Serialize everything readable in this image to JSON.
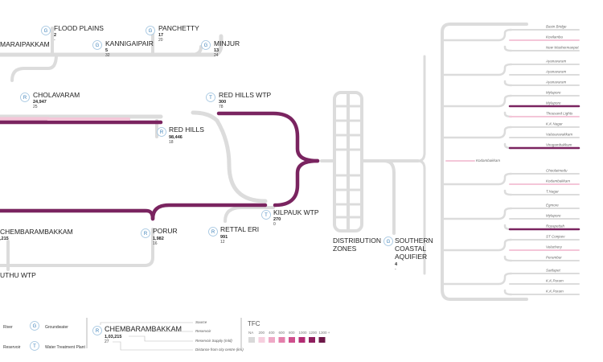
{
  "sources": {
    "flood_plains": {
      "badge": "G",
      "name": "FLOOD PLAINS",
      "v1": "2",
      "v2": "-"
    },
    "panchetty": {
      "badge": "G",
      "name": "PANCHETTY",
      "v1": "17",
      "v2": "20"
    },
    "kannigaipair": {
      "badge": "G",
      "name": "KANNIGAIPAIR",
      "v1": "5",
      "v2": "32"
    },
    "minjur": {
      "badge": "G",
      "name": "MINJUR",
      "v1": "13",
      "v2": "24"
    },
    "maraipakkam": {
      "name": "MARAIPAKKAM"
    },
    "cholavaram": {
      "badge": "R",
      "name": "CHOLAVARAM",
      "v1": "24,947",
      "v2": "25"
    },
    "red_hills_wtp": {
      "badge": "T",
      "name": "RED HILLS WTP",
      "v1": "300",
      "v2": "78"
    },
    "red_hills": {
      "badge": "R",
      "name": "RED HILLS",
      "v1": "98,446",
      "v2": "18"
    },
    "kilpauk_wtp": {
      "badge": "T",
      "name": "KILPAUK WTP",
      "v1": "270",
      "v2": "0"
    },
    "chembarambakkam": {
      "name": "CHEMBARAMBAKKAM",
      "v1": ",215"
    },
    "porur": {
      "badge": "R",
      "name": "PORUR",
      "v1": "1,982",
      "v2": "16"
    },
    "rettal_eri": {
      "badge": "R",
      "name": "RETTAL ERI",
      "v1": "991",
      "v2": "12"
    },
    "puthu_wtp": {
      "name": "UTHU WTP"
    }
  },
  "distribution": {
    "line1": "DISTRIBUTION",
    "line2": "ZONES"
  },
  "aquifer": {
    "badge": "G",
    "line1": "SOUTHERN",
    "line2": "COASTAL",
    "line3": "AQUIFIER",
    "v1": "4",
    "v2": "-"
  },
  "mid_zone": "Kodambakkam",
  "zones": [
    "Basin Bridge",
    "Kovilambu",
    "New Washermanpet",
    "Ayanavaram",
    "Ayanavaram",
    "Ayanavaram",
    "Mylapore",
    "Mylapore",
    "Thousand Lights",
    "K.K Nagar",
    "Valasaravakkam",
    "Virugambakkam",
    "Choolaimedu",
    "Kodambakkam",
    "T.Nagar",
    "Egmore",
    "Mylapore",
    "Royapettah",
    "ST Conjeev",
    "Velachery",
    "Perambur",
    "Saidapet",
    "K.K.Puram",
    "K.K.Puram"
  ],
  "legend": {
    "types": [
      {
        "badge": "",
        "label": "River"
      },
      {
        "badge": "G",
        "label": "Groundwater"
      },
      {
        "badge": "",
        "label": "Reservoir"
      },
      {
        "badge": "T",
        "label": "Water Treatment Plant"
      }
    ],
    "example": {
      "badge": "R",
      "name": "CHEMBARAMBAKKAM",
      "v1": "1,03,215",
      "v2": "27"
    },
    "annotations": [
      "Source",
      "Reservoir",
      "Reservoir Supply (mld)",
      "Distance from city centre (km)"
    ],
    "tfc_title": "TFC",
    "tfc_ticks": [
      "NA",
      "200",
      "400",
      "600",
      "800",
      "1000",
      "1200",
      "1300 +"
    ],
    "tfc_colors": [
      "#d9d9d9",
      "#f6cfde",
      "#efa9c6",
      "#e47fab",
      "#cf4f8d",
      "#b22b73",
      "#8e1f5e",
      "#6d1848"
    ]
  },
  "colors": {
    "pipe_major": "#7a2460",
    "pipe_light": "#f4c6d8",
    "pipe_idle": "#dcdcdc",
    "badge": "#3a7fb8"
  }
}
